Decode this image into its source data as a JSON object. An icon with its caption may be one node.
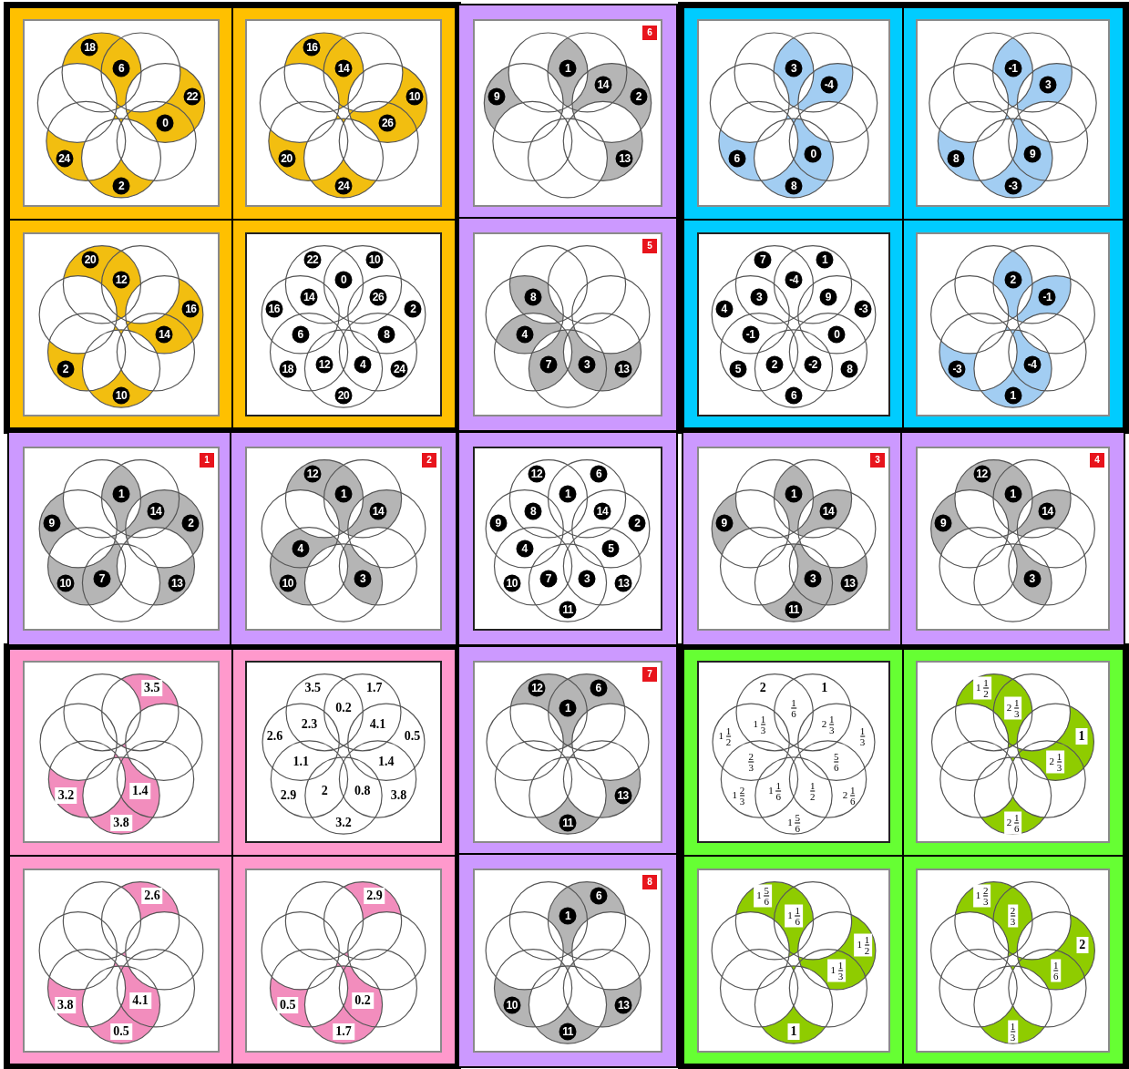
{
  "diagram": {
    "nodes": [
      {
        "text": [
          "18",
          "6",
          "22",
          "0",
          "24",
          "2"
        ]
      },
      {
        "text": [
          "16",
          "14",
          "10",
          "26",
          "20",
          "24"
        ]
      },
      {
        "text": [
          "1",
          "9",
          "14",
          "2",
          "13"
        ]
      },
      {
        "text": [
          "6"
        ],
        "in": 2
      },
      {
        "text": [
          "3",
          "-4",
          "6",
          "0",
          "8"
        ]
      },
      {
        "text": [
          "-1",
          "3",
          "8",
          "9",
          "-3"
        ]
      },
      {
        "text": [
          "20",
          "12",
          "16",
          "14",
          "2",
          "10"
        ]
      },
      {
        "text": [
          "22",
          "10",
          "0",
          "14",
          "26",
          "16",
          "2",
          "6",
          "8",
          "18",
          "12",
          "4",
          "24",
          "20"
        ]
      },
      {
        "text": [
          "8",
          "4",
          "7",
          "3",
          "13"
        ]
      },
      {
        "text": [
          "5"
        ],
        "in": 8
      },
      {
        "text": [
          "7",
          "1",
          "-4",
          "3",
          "9",
          "4",
          "-3",
          "-1",
          "0",
          "5",
          "2",
          "-2",
          "8",
          "6"
        ]
      },
      {
        "text": [
          "2",
          "-1",
          "-3",
          "-4",
          "1"
        ]
      },
      {
        "text": [
          "1",
          "14",
          "9",
          "2",
          "10",
          "7",
          "13"
        ]
      },
      {
        "text": [
          "1"
        ],
        "in": 12
      },
      {
        "text": [
          "12",
          "1",
          "14",
          "4",
          "10",
          "3"
        ]
      },
      {
        "text": [
          "2"
        ],
        "in": 14
      },
      {
        "text": [
          "12",
          "6",
          "1",
          "8",
          "14",
          "9",
          "2",
          "4",
          "5",
          "10",
          "7",
          "3",
          "13",
          "11"
        ]
      },
      {
        "text": [
          "1",
          "14",
          "9",
          "3",
          "13",
          "11"
        ]
      },
      {
        "text": [
          "3"
        ],
        "in": 17
      },
      {
        "text": [
          "12",
          "1",
          "14",
          "9",
          "3"
        ]
      },
      {
        "text": [
          "4"
        ],
        "in": 19
      },
      {
        "text": [
          "3.5",
          "3.2",
          "1.4",
          "3.8"
        ]
      },
      {
        "text": [
          "3.5",
          "1.7",
          "0.2",
          "2.3",
          "4.1",
          "2.6",
          "0.5",
          "1.1",
          "1.4",
          "2.9",
          "2",
          "0.8",
          "3.8",
          "3.2"
        ]
      },
      {
        "text": [
          "12",
          "6",
          "1",
          "13",
          "11"
        ]
      },
      {
        "text": [
          "7"
        ],
        "in": 23
      },
      {
        "text": [
          "2",
          "1",
          "1/6",
          "1 1/3",
          "2 1/3",
          "1 1/2",
          "1/3",
          "2/3",
          "5/6",
          "1 2/3",
          "1 1/6",
          "1/2",
          "2 1/6",
          "1 5/6"
        ]
      },
      {
        "text": [
          "1 1/2",
          "2 1/3",
          "1",
          "2 1/3",
          "2 1/6"
        ]
      },
      {
        "text": [
          "2.6",
          "3.8",
          "4.1",
          "0.5"
        ]
      },
      {
        "text": [
          "2.9",
          "0.5",
          "0.2",
          "1.7"
        ]
      },
      {
        "text": [
          "6",
          "1",
          "10",
          "13",
          "11"
        ]
      },
      {
        "text": [
          "8"
        ],
        "in": 29
      },
      {
        "text": [
          "1 5/6",
          "1 1/6",
          "1 1/2",
          "1 1/3",
          "1"
        ]
      },
      {
        "text": [
          "1 2/3",
          "2/3",
          "2",
          "1/6",
          "1/3"
        ]
      }
    ]
  }
}
